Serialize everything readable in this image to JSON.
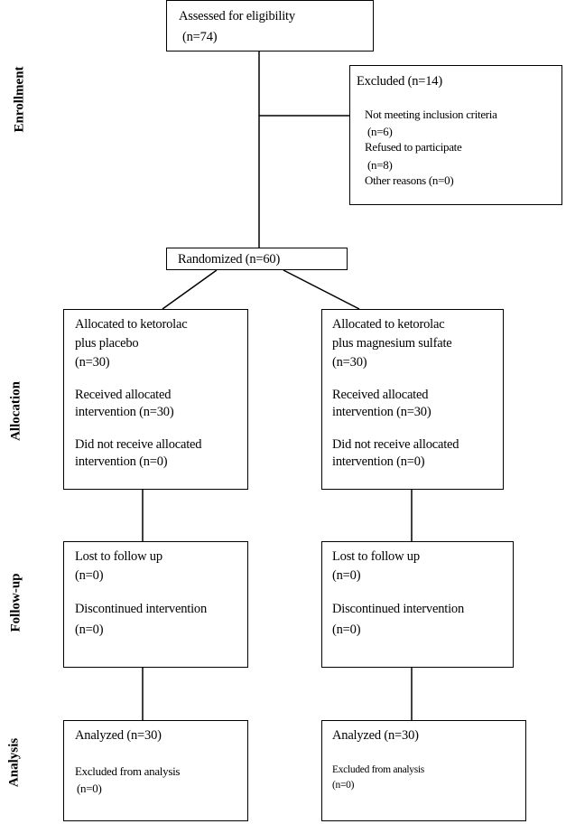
{
  "stages": {
    "enrollment": "Enrollment",
    "allocation": "Allocation",
    "followup": "Follow-up",
    "analysis": "Analysis"
  },
  "assessed": {
    "line1": "Assessed for eligibility",
    "line2": "(n=74)"
  },
  "excluded": {
    "title": "Excluded (n=14)",
    "reason1": "Not meeting inclusion criteria",
    "reason1_n": "(n=6)",
    "reason2": "Refused to participate",
    "reason2_n": "(n=8)",
    "reason3": "Other reasons (n=0)"
  },
  "randomized": "Randomized (n=60)",
  "left_arm": {
    "allocation": {
      "line1": "Allocated to ketorolac",
      "line2": "plus placebo",
      "line3": "(n=30)",
      "received1": "Received allocated",
      "received2": "intervention (n=30)",
      "not_received1": "Did not receive allocated",
      "not_received2": "intervention (n=0)"
    },
    "followup": {
      "lost": "Lost to follow up",
      "lost_n": "(n=0)",
      "discontinued": "Discontinued intervention",
      "discontinued_n": "(n=0)"
    },
    "analysis": {
      "analyzed": "Analyzed (n=30)",
      "excluded": "Excluded from analysis",
      "excluded_n": "(n=0)"
    }
  },
  "right_arm": {
    "allocation": {
      "line1": "Allocated to ketorolac",
      "line2": "plus magnesium sulfate",
      "line3": "(n=30)",
      "received1": "Received allocated",
      "received2": "intervention (n=30)",
      "not_received1": "Did not receive allocated",
      "not_received2": "intervention (n=0)"
    },
    "followup": {
      "lost": "Lost to follow up",
      "lost_n": "(n=0)",
      "discontinued": "Discontinued intervention",
      "discontinued_n": "(n=0)"
    },
    "analysis": {
      "analyzed": "Analyzed (n=30)",
      "excluded": "Excluded from analysis",
      "excluded_n": "(n=0)"
    }
  }
}
